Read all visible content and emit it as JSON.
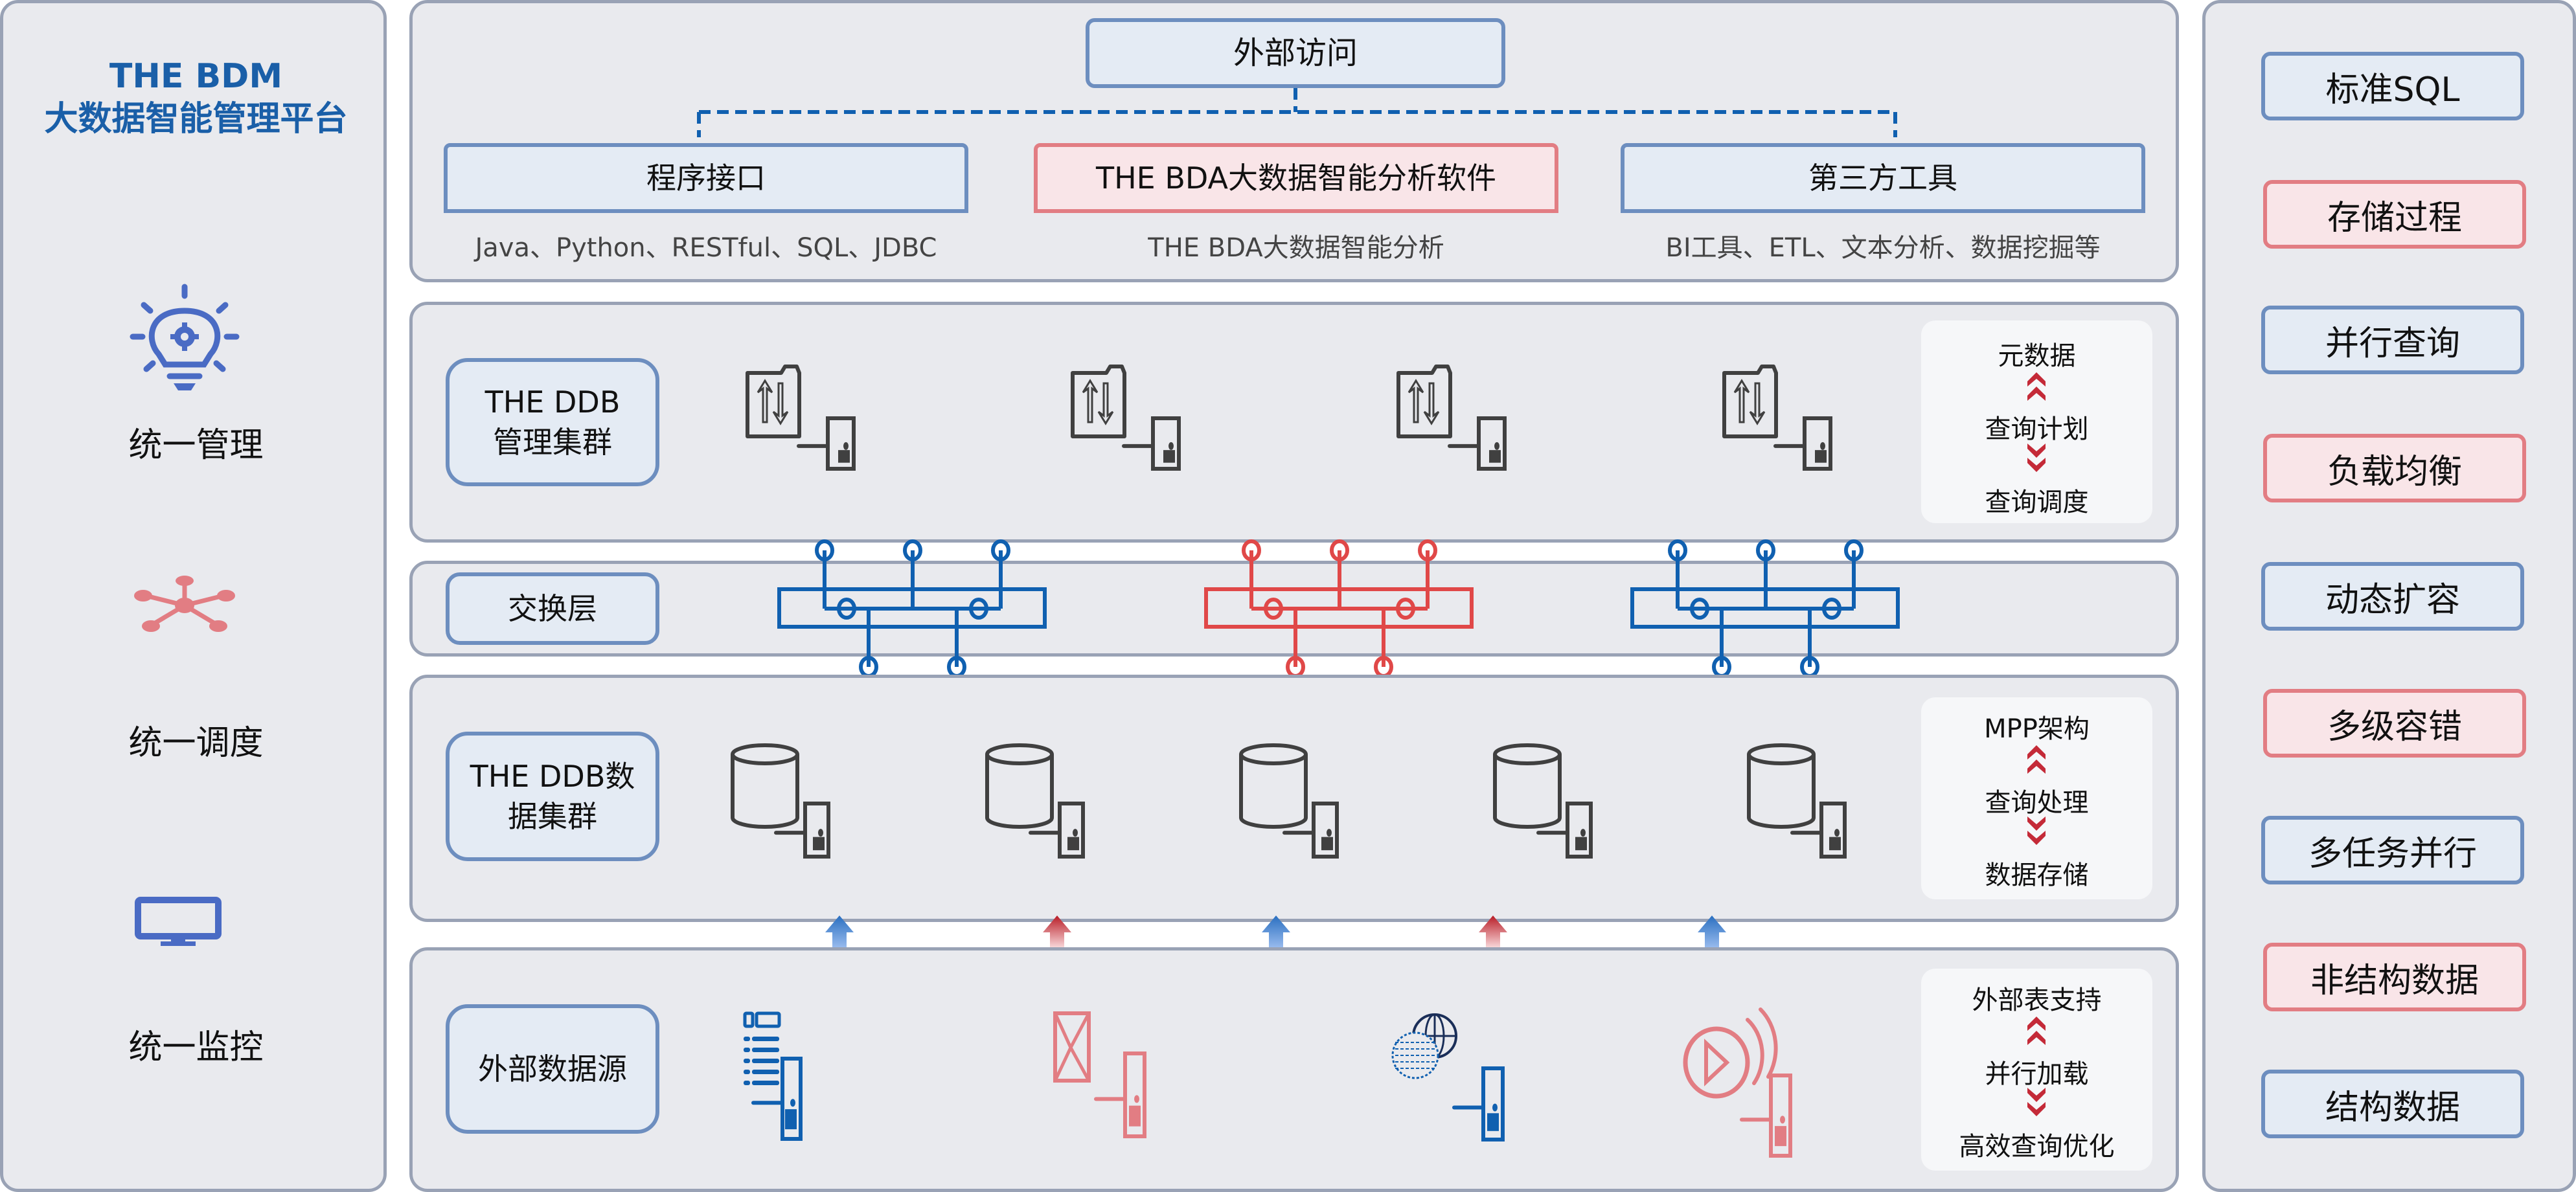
{
  "left_panel": {
    "title_line1": "THE BDM",
    "title_line2": "大数据智能管理平台",
    "items": [
      {
        "label": "统一管理",
        "icon": "lightbulb-gear-icon"
      },
      {
        "label": "统一调度",
        "icon": "network-hub-icon"
      },
      {
        "label": "统一监控",
        "icon": "monitor-icon"
      }
    ]
  },
  "access_layer": {
    "root": "外部访问",
    "children": [
      {
        "label": "程序接口",
        "desc": "Java、Python、RESTful、SQL、JDBC",
        "style": "blue"
      },
      {
        "label": "THE BDA大数据智能分析软件",
        "desc": "THE BDA大数据智能分析",
        "style": "red"
      },
      {
        "label": "第三方工具",
        "desc": "BI工具、ETL、文本分析、数据挖掘等",
        "style": "blue"
      }
    ]
  },
  "mgmt_layer": {
    "label": "THE DDB\n管理集群",
    "label_line1": "THE DDB",
    "label_line2": "管理集群",
    "node_count": 4,
    "node_icon": "folder-transfer-server-icon",
    "info": [
      "元数据",
      "查询计划",
      "查询调度"
    ]
  },
  "switch_layer": {
    "label": "交换层",
    "switches": [
      {
        "color": "#1060b0"
      },
      {
        "color": "#e04848"
      },
      {
        "color": "#1060b0"
      }
    ]
  },
  "data_layer": {
    "label_line1": "THE DDB数",
    "label_line2": "据集群",
    "node_count": 5,
    "node_icon": "database-server-icon",
    "info": [
      "MPP架构",
      "查询处理",
      "数据存储"
    ]
  },
  "flow_arrows": [
    "blue",
    "red",
    "blue",
    "red",
    "blue"
  ],
  "source_layer": {
    "label": "外部数据源",
    "sources": [
      {
        "icon": "document-list-icon",
        "color": "#1060b0"
      },
      {
        "icon": "mail-envelope-icon",
        "color": "#e27d83"
      },
      {
        "icon": "globe-icon",
        "color": "#1060b0"
      },
      {
        "icon": "media-play-icon",
        "color": "#e27d83"
      }
    ],
    "info": [
      "外部表支持",
      "并行加载",
      "高效查询优化"
    ]
  },
  "right_panel": {
    "features": [
      {
        "label": "标准SQL",
        "style": "blue"
      },
      {
        "label": "存储过程",
        "style": "red"
      },
      {
        "label": "并行查询",
        "style": "blue"
      },
      {
        "label": "负载均衡",
        "style": "red"
      },
      {
        "label": "动态扩容",
        "style": "blue"
      },
      {
        "label": "多级容错",
        "style": "red"
      },
      {
        "label": "多任务并行",
        "style": "blue"
      },
      {
        "label": "非结构数据",
        "style": "red"
      },
      {
        "label": "结构数据",
        "style": "blue"
      }
    ]
  },
  "colors": {
    "brand_blue": "#1a5fa8",
    "line_blue": "#1060b0",
    "line_red": "#e04848",
    "soft_red": "#e27d83",
    "icon_gray": "#404040",
    "icon_blue": "#4a6bc4"
  }
}
